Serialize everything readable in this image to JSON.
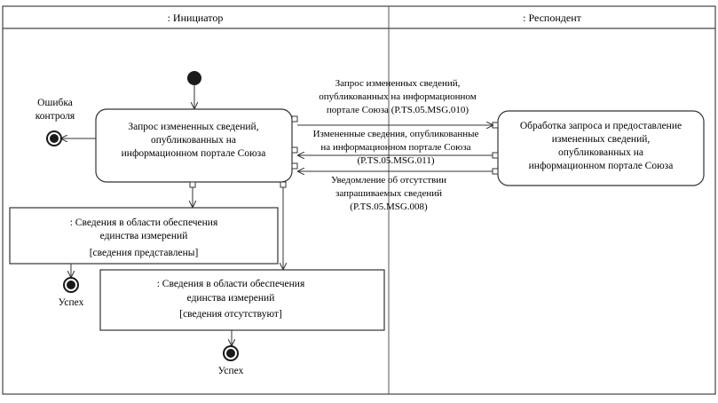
{
  "swimlanes": [
    {
      "id": "initiator",
      "label": ": Инициатор"
    },
    {
      "id": "respondent",
      "label": ": Респондент"
    }
  ],
  "nodes": {
    "start": {
      "type": "initial"
    },
    "request_action": {
      "type": "action",
      "lines": [
        "Запрос измененных сведений,",
        "опубликованных на",
        "информационном портале Союза"
      ]
    },
    "process_action": {
      "type": "action",
      "lines": [
        "Обработка запроса и предоставление",
        "измененных сведений,",
        "опубликованных на",
        "информационном портале Союза"
      ]
    },
    "error_final": {
      "type": "final",
      "label_lines": [
        "Ошибка",
        "контроля"
      ]
    },
    "object_provided": {
      "type": "object",
      "lines": [
        ": Сведения в области обеспечения",
        "единства измерений",
        "[сведения представлены]"
      ]
    },
    "object_absent": {
      "type": "object",
      "lines": [
        ": Сведения в области обеспечения",
        "единства измерений",
        "[сведения отсутствуют]"
      ]
    },
    "success_final_1": {
      "type": "final",
      "label": "Успех"
    },
    "success_final_2": {
      "type": "final",
      "label": "Успех"
    }
  },
  "messages": [
    {
      "from": "request_action",
      "to": "process_action",
      "lines": [
        "Запрос измененных сведений,",
        "опубликованных на информационном",
        "портале Союза  (P.TS.05.MSG.010)"
      ]
    },
    {
      "from": "process_action",
      "to": "request_action",
      "lines": [
        "Измененные сведения, опубликованные",
        "на информационном портале Союза",
        "(P.TS.05.MSG.011)"
      ]
    },
    {
      "from": "process_action",
      "to": "request_action",
      "lines": [
        "Уведомление об отсутствии",
        "запрашиваемых сведений",
        "(P.TS.05.MSG.008)"
      ]
    }
  ],
  "colors": {
    "line": "#333333",
    "fill": "#ffffff",
    "node": "#1a1a1a"
  }
}
